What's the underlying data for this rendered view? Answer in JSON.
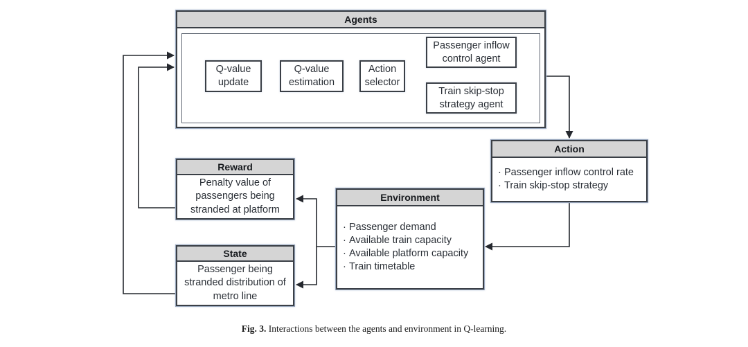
{
  "figure": {
    "caption_label": "Fig. 3.",
    "caption_text": "Interactions between the agents and environment in Q-learning."
  },
  "colors": {
    "header_fill": "#d5d5d5",
    "box_stroke": "#3a3f46",
    "glow_stroke": "#9aa8bd",
    "text": "#2a2f36",
    "background": "#ffffff"
  },
  "nodes": {
    "agents": {
      "title": "Agents",
      "steps": [
        {
          "line1": "Q-value",
          "line2": "update"
        },
        {
          "line1": "Q-value",
          "line2": "estimation"
        },
        {
          "line1": "Action",
          "line2": "selector"
        }
      ],
      "sub_agents": [
        {
          "line1": "Passenger inflow",
          "line2": "control agent"
        },
        {
          "line1": "Train skip-stop",
          "line2": "strategy agent"
        }
      ]
    },
    "action": {
      "title": "Action",
      "items": [
        "Passenger inflow control rate",
        "Train skip-stop strategy"
      ]
    },
    "environment": {
      "title": "Environment",
      "items": [
        "Passenger demand",
        "Available train capacity",
        "Available platform capacity",
        "Train timetable"
      ]
    },
    "reward": {
      "title": "Reward",
      "lines": [
        "Penalty value of",
        "passengers being",
        "stranded at platform"
      ]
    },
    "state": {
      "title": "State",
      "lines": [
        "Passenger being",
        "stranded distribution of",
        "metro line"
      ]
    }
  }
}
